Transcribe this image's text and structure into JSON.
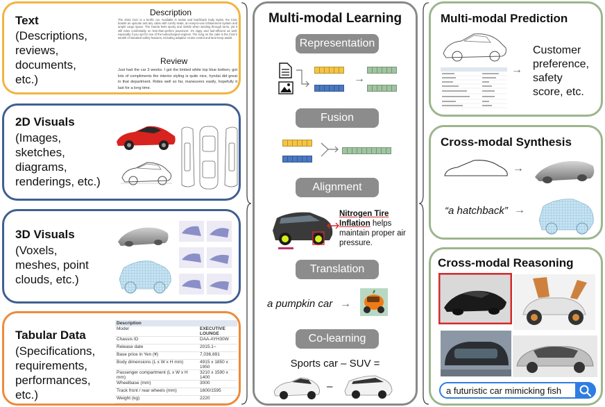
{
  "left": {
    "text": {
      "title": "Text",
      "subtitle": "(Descriptions,\nreviews,\ndocuments,\netc.)",
      "description_heading": "Description",
      "description_body": "The 2023 Civic is a terrific car. Available in sedan and hatchback body styles, the Civic boasts an upscale and airy cabin with comfy seats, an easy-to-use infotainment system and ample cargo space. The Honda feels sporty and nimble when winding through turns, yet it still rides comfortably on less-than-perfect pavement. It's zippy and fuel-efficient as well, especially if you opt for one of the turbocharged engines. The icing on the cake is the Civic's wealth of standard safety features, including adaptive cruise control and lane-keep assist.",
      "review_heading": "Review",
      "review_body": "Just had the car 3 weeks. I got the limited white top blue bottom, got lots of compliments the interior styling is quite nice, hyndai did great in that department. Rides well so far, maneuvers easily, hopefully it last for a long time."
    },
    "visuals2d": {
      "title": "2D Visuals",
      "subtitle": "(Images,\nsketches,\ndiagrams,\nrenderings, etc.)"
    },
    "visuals3d": {
      "title": "3D Visuals",
      "subtitle": "(Voxels,\nmeshes, point\nclouds, etc.)"
    },
    "tabular": {
      "title": "Tabular Data",
      "subtitle": "(Specifications,\nrequirements,\nperformances,\netc.)",
      "table_header": "Description",
      "rows": [
        [
          "Model",
          "EXECUTIVE LOUNGE"
        ],
        [
          "Chassis ID",
          "DAA-AYH30W"
        ],
        [
          "Release date",
          "2015.1~"
        ],
        [
          "Base price in Yen (¥)",
          "7,036,691"
        ],
        [
          "Body dimensions (L x W x H mm)",
          "4915 x 1850 x 1950"
        ],
        [
          "Passenger compartment (L x W x H mm)",
          "3210 x 1590 x 1400"
        ],
        [
          "Wheelbase (mm)",
          "3000"
        ],
        [
          "Track front / rear wheels (mm)",
          "1600/1595"
        ],
        [
          "Weight (kg)",
          "2220"
        ]
      ]
    }
  },
  "middle": {
    "title": "Multi-modal Learning",
    "stages": [
      "Representation",
      "Fusion",
      "Alignment",
      "Translation",
      "Co-learning"
    ],
    "alignment_text": {
      "phrase_bold": "Nitrogen Tire Inflation",
      "phrase_rest": " helps maintain proper air pressure."
    },
    "translation_text": "a pumpkin car",
    "colearning_text": "Sports car – SUV =",
    "colearning_dash": "–"
  },
  "right": {
    "prediction": {
      "title": "Multi-modal Prediction",
      "output": "Customer\npreference,\nsafety\nscore, etc."
    },
    "synthesis": {
      "title": "Cross-modal Synthesis",
      "quote": "“a hatchback”"
    },
    "reasoning": {
      "title": "Cross-modal Reasoning",
      "search_text": "a futuristic car mimicking fish"
    }
  },
  "colors": {
    "text_border": "#f2b440",
    "visual_border": "#3f5f91",
    "tabular_border": "#ee8a3a",
    "right_border": "#9db58d",
    "stage_fill": "#8c8c8c",
    "vector_yellow": "#f5c542",
    "vector_blue": "#4a78c2",
    "vector_green": "#9fc5a0",
    "search_accent": "#2f7de1",
    "highlight_red": "#d42a2a"
  },
  "icons": [
    "document-icon",
    "image-icon",
    "search-icon",
    "arrow-right-icon"
  ]
}
